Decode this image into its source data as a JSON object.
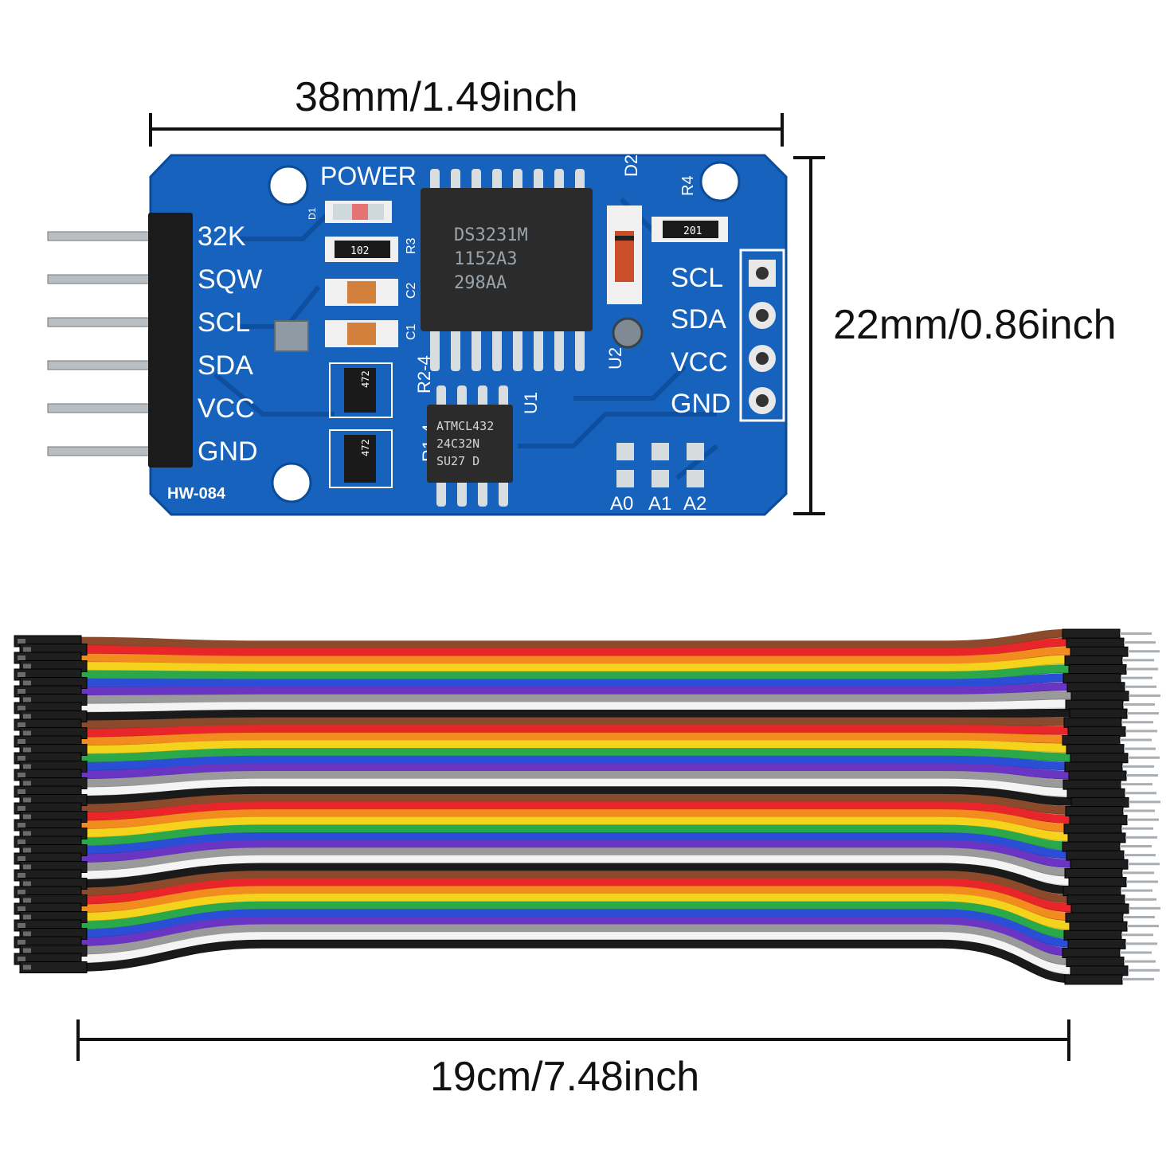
{
  "dimensions": {
    "module_width": "38mm/1.49inch",
    "module_height": "22mm/0.86inch",
    "cable_length": "19cm/7.48inch"
  },
  "board": {
    "model": "HW-084",
    "power_label": "POWER",
    "left_pins": [
      "32K",
      "SQW",
      "SCL",
      "SDA",
      "VCC",
      "GND"
    ],
    "right_pins": [
      "SCL",
      "SDA",
      "VCC",
      "GND"
    ],
    "main_chip": [
      "DS3231M",
      "1152A3",
      "298AA"
    ],
    "eeprom_chip": [
      "ATMCL432",
      "24C32N",
      "SU27   D"
    ],
    "component_labels": {
      "d1": "D1",
      "d2": "D2",
      "r3": "R3",
      "r4": "R4",
      "c1": "C1",
      "c2": "C2",
      "u1": "U1",
      "u2": "U2",
      "r2": "R2-4",
      "r1": "R1-4",
      "r3_code": "102",
      "r4_code": "201",
      "r2_code": "472",
      "r1_code": "472"
    },
    "address_labels": [
      "A0",
      "A1",
      "A2"
    ],
    "colors": {
      "pcb": "#1560b8",
      "pcb_dark": "#0d4a94",
      "silkscreen": "#ffffff"
    }
  },
  "cable": {
    "wire_colors": [
      "#8b4a2b",
      "#e8262a",
      "#f28c1e",
      "#f5d21c",
      "#2aa84a",
      "#2a4fd6",
      "#6b35c4",
      "#9a9a9a",
      "#f4f4f4",
      "#1a1a1a"
    ]
  }
}
